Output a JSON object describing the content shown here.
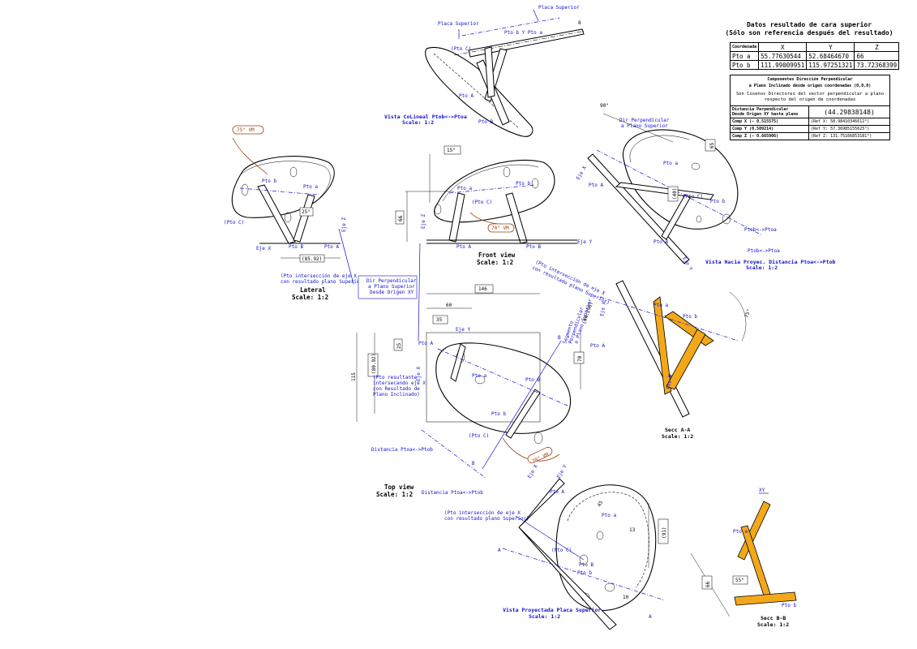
{
  "data_panel": {
    "title": "Datos resultado de cara superior",
    "subtitle": "(Sólo son referencia después del resultado)",
    "coords_header": [
      "Coordenada",
      "X",
      "Y",
      "Z"
    ],
    "coords_rows": [
      [
        "Pto a",
        "55.77630544",
        "52.68464670",
        "66"
      ],
      [
        "Pto b",
        "111.99009951",
        "115.97251321",
        "73.72368399"
      ]
    ],
    "perp_title_1": "Componentes Dirección Perpendicular",
    "perp_title_2": "a Plano Inclinado desde origen coordenadas (0,0,0)",
    "perp_desc_1": "Son Cosenos Directores del vector perpendicular a plano",
    "perp_desc_2": "respecto del origen de coordenadas",
    "distance_label_1": "Distancia Perpendicular",
    "distance_label_2": "Desde Origen XY hasta plano",
    "distance_value": "(44.29838148)",
    "components": [
      [
        "Comp X (- 0.515575)",
        "(Ref X: 58.98410346612°)"
      ],
      [
        "Comp Y (0.509214)",
        "(Ref Y: 57.36985155625°)"
      ],
      [
        "Comp Z (- 0.665906)",
        "(Ref Z: 131.75166853181°)"
      ]
    ]
  },
  "views": {
    "colineal_title": "Vista CoLineal Ptob<->Ptoa",
    "colineal_scale": "Scale:  1:2",
    "front_title": "Front view",
    "front_scale": "Scale:  1:2",
    "lateral_title": "Lateral",
    "lateral_scale": "Scale:  1:2",
    "top_title": "Top view",
    "top_scale": "Scale:  1:2",
    "proyec_title": "Vista Hacia Proyec. Distancia Ptoa<->Ptob",
    "proyec_scale": "Scale:  1:2",
    "secc_aa_title": "Secc A-A",
    "secc_aa_scale": "Scale:  1:2",
    "placa_title": "Vista Proyectada Placa Superior",
    "placa_scale": "Scale:  1:2",
    "secc_bb_title": "Secc B-B",
    "secc_bb_scale": "Scale:  1:2"
  },
  "labels": {
    "placa_superior": "Placa Superior",
    "pto_a_upper": "Pto A",
    "pto_b_upper": "Pto B",
    "pto_a": "Pto a",
    "pto_b": "Pto b",
    "pto_c": "(Pto C)",
    "pto_b_y_pto_a": "Pto b Y Pto a",
    "eje_x": "Eje X",
    "eje_y": "Eje Y",
    "eje_z": "Eje Z",
    "xy": "XY",
    "dir_perp_placa_1": "Dir Perpendicular",
    "dir_perp_placa_2": "a Plano Superior",
    "dir_perp_origen_1": "Dir Perpendicular",
    "dir_perp_origen_2": "a Plano Superior",
    "dir_perp_origen_3": "Desde Origen XY",
    "inter_eje_x_1": "(Pto intersección de eje X",
    "inter_eje_x_2": "con resultado plano Superior)",
    "inter_eje_x_b_1": "(Pto intersección de eje X",
    "inter_eje_x_b_2": "con resultado plano Superior)",
    "inter_eje_x_c_1": "(Pto intersección de eje X",
    "inter_eje_x_c_2": "con resultado plano Superior)",
    "resultante_1": "(Pto resultante",
    "resultante_2": "intersecando eje X",
    "resultante_3": "con Resultado de",
    "resultante_4": "Plano Inclinado)",
    "segmento_1": "Segmento",
    "segmento_2": "Perpendicular",
    "segmento_3": "a Plano Superior",
    "distancia_ptoa_ptob": "Distancia Ptoa<->Ptob",
    "ptob_ptoa": "Ptob<->Ptoa",
    "ptob_ptoa_2": "Ptob<->Ptoa",
    "sec_a": "A",
    "sec_b": "B"
  },
  "dimensions": {
    "d8": "8",
    "d15deg": "15°",
    "d66": "66",
    "d70_vm": "70° VM",
    "d75_vm": "75° VM",
    "d25deg": "25°",
    "d85_92": "(85.92)",
    "d90deg": "90°",
    "d65": "65",
    "d40": "(40)",
    "d146": "146",
    "d60": "60",
    "d35": "35",
    "d25": "25",
    "d70": "70",
    "d115": "115",
    "d80_92": "(80.92)",
    "d44_298": "(44.298)",
    "d75deg": "75°",
    "d13": "13",
    "d91": "(91)",
    "d45": "45",
    "d10": "10",
    "d55deg": "55°"
  }
}
